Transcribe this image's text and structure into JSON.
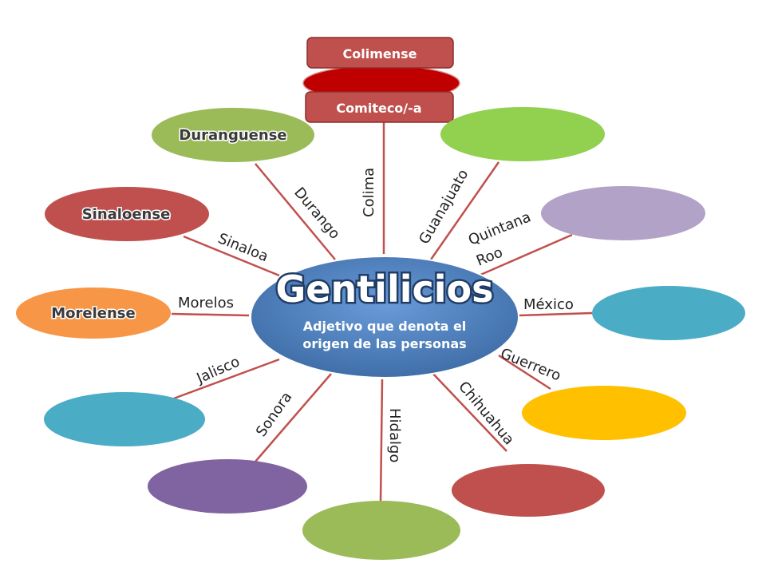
{
  "center": {
    "title": "Gentilicios",
    "subtitle_line1": "Adjetivo que denota el",
    "subtitle_line2": "origen de las personas",
    "color": "#4f81bd"
  },
  "top_tags": {
    "first": "Colimense",
    "second": "Comiteco/-a",
    "tag_color": "#c0504d",
    "back_color": "#c00000"
  },
  "branches": [
    {
      "state": "Colima",
      "gentilicio": "",
      "color": "#c00000"
    },
    {
      "state": "Guanajuato",
      "gentilicio": "",
      "color": "#92d050"
    },
    {
      "state_line1": "Quintana",
      "state_line2": "Roo",
      "gentilicio": "",
      "color": "#b2a2c7"
    },
    {
      "state": "México",
      "gentilicio": "",
      "color": "#4bacc6"
    },
    {
      "state": "Guerrero",
      "gentilicio": "",
      "color": "#ffc000"
    },
    {
      "state": "Chihuahua",
      "gentilicio": "",
      "color": "#c0504d"
    },
    {
      "state": "Hidalgo",
      "gentilicio": "",
      "color": "#9bbb59"
    },
    {
      "state": "Sonora",
      "gentilicio": "",
      "color": "#8064a2"
    },
    {
      "state": "Jalisco",
      "gentilicio": "",
      "color": "#4bacc6"
    },
    {
      "state": "Morelos",
      "gentilicio": "Morelense",
      "color": "#f79646"
    },
    {
      "state": "Sinaloa",
      "gentilicio": "Sinaloense",
      "color": "#c0504d"
    },
    {
      "state": "Durango",
      "gentilicio": "Duranguense",
      "color": "#9bbb59"
    }
  ]
}
